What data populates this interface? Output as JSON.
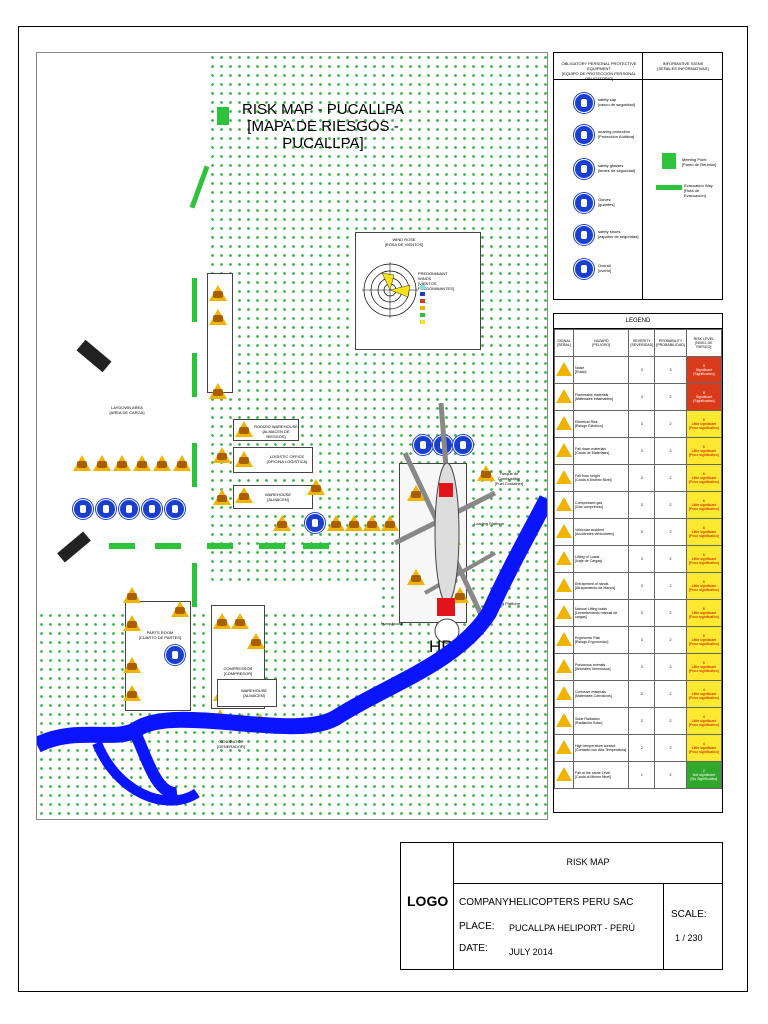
{
  "map": {
    "title_en": "RISK MAP - PUCALLPA",
    "title_es": "[MAPA DE RIESGOS - PUCALLPA]",
    "heliport_label": "HP",
    "areas": {
      "loading": "LAYDOWN AREA\n[AREA DE CARGA]",
      "parts_room": "PARTS ROOM\n[CUARTO DE PARTES]",
      "rodizio": "RODIZIO WAREHOUSE\n[ALMACEN DE RIESGOS]",
      "logistic": "LOGISTIC OFFICE\n[OFICINA LOGISTICA]",
      "warehouse1": "WAREHOUSE\n[ALMACEN]",
      "warehouse2": "WAREHOUSE\n[ALMACEN]",
      "compressor": "COMPRESSOR\n[COMPRESOR]",
      "generator": "GENERATOR\n[GENERADOR]",
      "fuel": "Tanque de Combustible\n[Fuel Container]",
      "loading_fuel": "Loading Platform",
      "pump_house": "Pump house",
      "mini_map_title": "WIND ROSE\n[ROSA DE VIENTOS]",
      "mini_map_legend": "PREDOMINANT WINDS\n[VIENTOS PREDOMINANTES]"
    }
  },
  "ppe": {
    "header_left": "OBLIGATORY PERSONAL PROTECTIVE EQUIPMENT\n[EQUIPO DE PROTECCION PERSONAL OBLIGATORIO]",
    "header_right": "INFORMATIVE SIGNS\n[SEÑALES INFORMATIVAS]",
    "items": [
      "safety cap\n[casco de seguridad]",
      "hearing protection\n[Protección Auditiva]",
      "safety glasses\n[lentes de seguridad]",
      "Gloves\n[guantes]",
      "safety shoes\n[zapatos de seguridad]",
      "Overall\n[overol]"
    ],
    "info_items": [
      "Meeting Point\n[Punto de Reunión]",
      "Evacuation Way\n[Ruta de Evacuación]"
    ]
  },
  "legend": {
    "title": "LEGEND",
    "headers": [
      "SIGNAL\n[SEÑAL]",
      "HAZARD\n[PELIGRO]",
      "SEVERITY\n[SEVERIDAD]",
      "PROBABILITY\n[PROBABILIDAD]",
      "RISK LEVEL\n[NIVEL DE RIESGO]"
    ],
    "rows": [
      {
        "hazard": "Noise\n[Ruido]",
        "sev": "3",
        "prob": "3",
        "risk": "9\nSignificant\n[Significativo]",
        "level": "h"
      },
      {
        "hazard": "Flammable materials\n[Materiales Inflamables]",
        "sev": "4",
        "prob": "2",
        "risk": "8\nSignificant\n[Significativo]",
        "level": "h"
      },
      {
        "hazard": "Electrical Risk\n[Riesgo Eléctrico]",
        "sev": "3",
        "prob": "2",
        "risk": "6\nLittle significant\n[Poco significativo]",
        "level": "m"
      },
      {
        "hazard": "Fall down materials\n[Caída de Materiales]",
        "sev": "3",
        "prob": "2",
        "risk": "6\nLittle significant\n[Poco significativo]",
        "level": "m"
      },
      {
        "hazard": "Fall from height\n[Caída a Distinto Nivel]",
        "sev": "3",
        "prob": "2",
        "risk": "6\nLittle significant\n[Poco significativo]",
        "level": "m"
      },
      {
        "hazard": "Compressed gas\n[Gas comprimido]",
        "sev": "3",
        "prob": "2",
        "risk": "6\nLittle significant\n[Poco significativo]",
        "level": "m"
      },
      {
        "hazard": "Vehicular accident\n[Accidentes vehiculares]",
        "sev": "3",
        "prob": "2",
        "risk": "6\nLittle significant\n[Poco significativo]",
        "level": "m"
      },
      {
        "hazard": "Lifting of Loads\n[Izaje de Cargas]",
        "sev": "3",
        "prob": "2",
        "risk": "6\nLittle significant\n[Poco significativo]",
        "level": "m"
      },
      {
        "hazard": "Entrapment of hands\n[Atrapamiento de Manos]",
        "sev": "3",
        "prob": "2",
        "risk": "6\nLittle significant\n[Poco significativo]",
        "level": "m"
      },
      {
        "hazard": "Manual Lifting loads\n[Levantamiento manual de cargas]",
        "sev": "3",
        "prob": "2",
        "risk": "6\nLittle significant\n[Poco significativo]",
        "level": "m"
      },
      {
        "hazard": "Ergonomic Risk\n[Riesgo Ergonómico]",
        "sev": "3",
        "prob": "2",
        "risk": "6\nLittle significant\n[Poco significativo]",
        "level": "m"
      },
      {
        "hazard": "Poisonous animals\n[Animales Venenosos]",
        "sev": "3",
        "prob": "2",
        "risk": "6\nLittle significant\n[Poco significativo]",
        "level": "m"
      },
      {
        "hazard": "Corrosive materials\n[Materiales Corrosivos]",
        "sev": "2",
        "prob": "2",
        "risk": "4\nLittle significant\n[Poco significativo]",
        "level": "m"
      },
      {
        "hazard": "Solar Radiation\n[Radiación Solar]",
        "sev": "2",
        "prob": "2",
        "risk": "4\nLittle significant\n[Poco significativo]",
        "level": "m"
      },
      {
        "hazard": "High temperature contact\n[Contacto con Alta Temperatura]",
        "sev": "2",
        "prob": "2",
        "risk": "4\nLittle significant\n[Poco significativo]",
        "level": "m"
      },
      {
        "hazard": "Fall at the same Level\n[Caída al Mismo Nivel]",
        "sev": "1",
        "prob": "2",
        "risk": "2\nNot significant\n[No Significativo]",
        "level": "l"
      }
    ]
  },
  "title_block": {
    "logo": "LOGO",
    "heading": "RISK MAP",
    "company_label": "COMPANY:",
    "company_value": "HELICOPTERS PERU SAC",
    "place_label": "PLACE:",
    "place_value": "PUCALLPA HELIPORT - PERÚ",
    "date_label": "DATE:",
    "date_value": "JULY 2014",
    "scale_label": "SCALE:",
    "scale_value": "1 / 230"
  },
  "colors": {
    "green": "#2dc43b",
    "river": "#0a14ff",
    "warning": "#f0b400",
    "mandatory": "#1a3fd0"
  }
}
